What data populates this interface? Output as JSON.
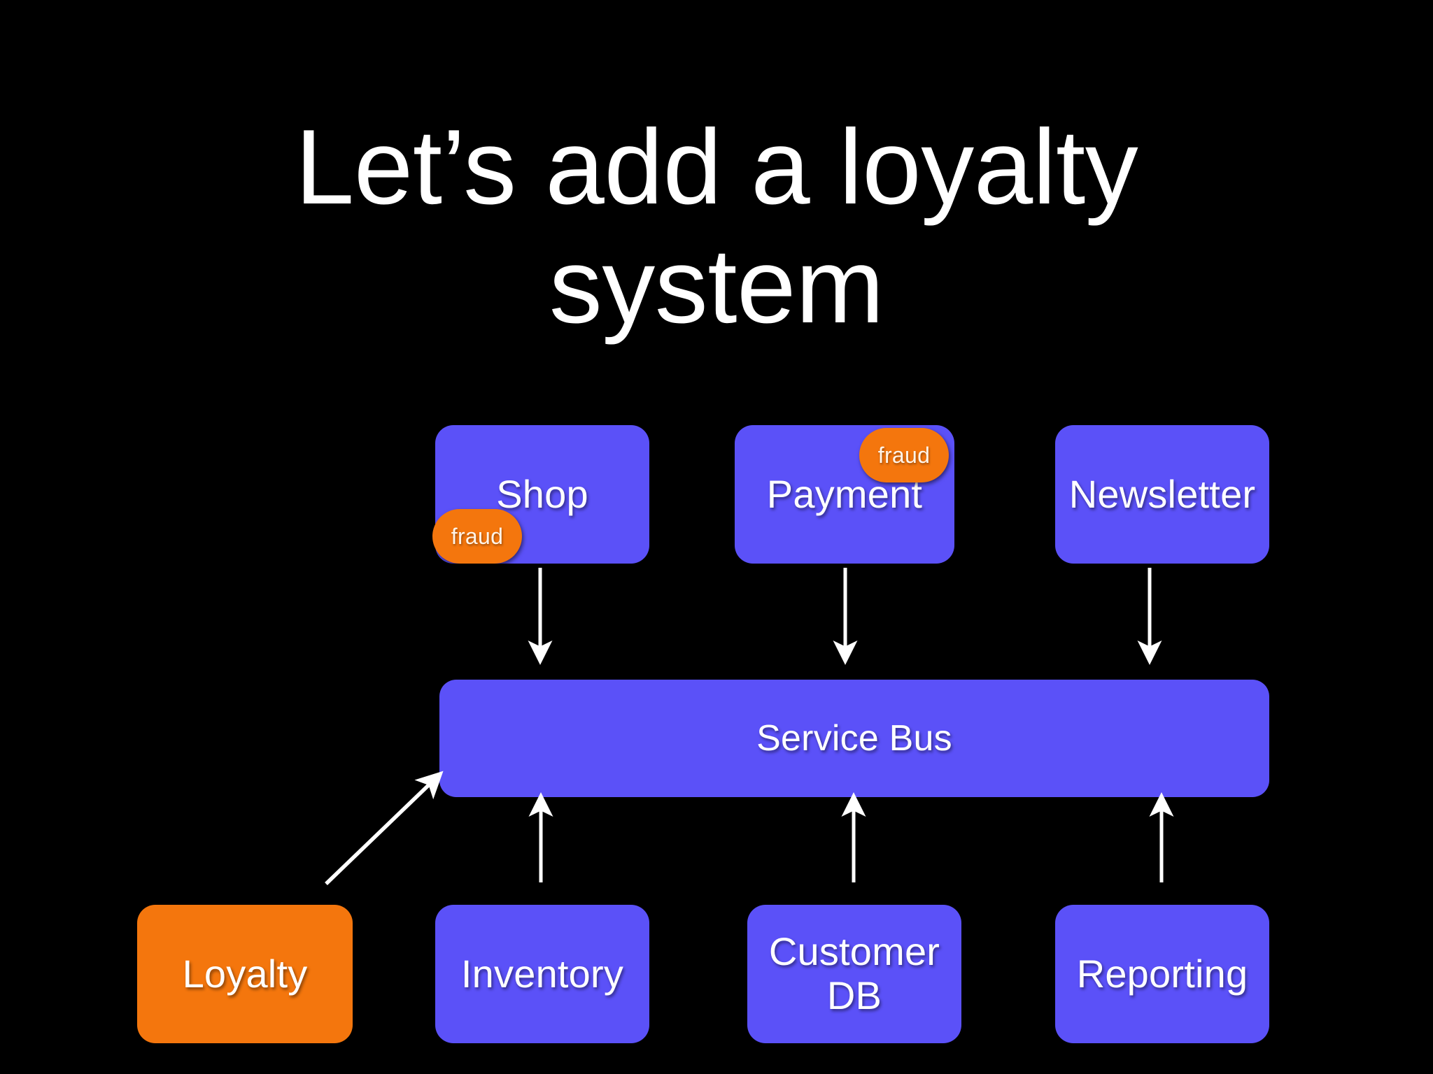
{
  "slide": {
    "background_color": "#000000",
    "title": "Let’s add a loyalty\nsystem"
  },
  "palette": {
    "service_blue": "#5B51F8",
    "highlight_orange": "#F4760D",
    "text_white": "#FFFFFF",
    "badge_text": "#FFF4E8",
    "arrow_white": "#FFFFFF"
  },
  "diagram": {
    "type": "service-bus-architecture",
    "publishers": [
      {
        "id": "shop",
        "label": "Shop",
        "color": "#5B51F8",
        "badge": "fraud",
        "badge_position": "bottom-left"
      },
      {
        "id": "payment",
        "label": "Payment",
        "color": "#5B51F8",
        "badge": "fraud",
        "badge_position": "top-right"
      },
      {
        "id": "newsletter",
        "label": "Newsletter",
        "color": "#5B51F8",
        "badge": null,
        "badge_position": null
      }
    ],
    "bus": {
      "id": "service-bus",
      "label": "Service Bus",
      "color": "#5B51F8"
    },
    "subscribers": [
      {
        "id": "loyalty",
        "label": "Loyalty",
        "color": "#F4760D",
        "new": true
      },
      {
        "id": "inventory",
        "label": "Inventory",
        "color": "#5B51F8",
        "new": false
      },
      {
        "id": "customer-db",
        "label": "Customer\nDB",
        "color": "#5B51F8",
        "new": false
      },
      {
        "id": "reporting",
        "label": "Reporting",
        "color": "#5B51F8",
        "new": false
      }
    ],
    "connections": [
      {
        "from": "shop",
        "to": "service-bus",
        "direction": "down",
        "style": "solid-arrow"
      },
      {
        "from": "payment",
        "to": "service-bus",
        "direction": "down",
        "style": "solid-arrow"
      },
      {
        "from": "newsletter",
        "to": "service-bus",
        "direction": "down",
        "style": "solid-arrow"
      },
      {
        "from": "loyalty",
        "to": "service-bus",
        "direction": "diagonal",
        "style": "solid-arrow"
      },
      {
        "from": "inventory",
        "to": "service-bus",
        "direction": "up",
        "style": "solid-arrow"
      },
      {
        "from": "customer-db",
        "to": "service-bus",
        "direction": "up",
        "style": "solid-arrow"
      },
      {
        "from": "reporting",
        "to": "service-bus",
        "direction": "up",
        "style": "solid-arrow"
      }
    ]
  }
}
